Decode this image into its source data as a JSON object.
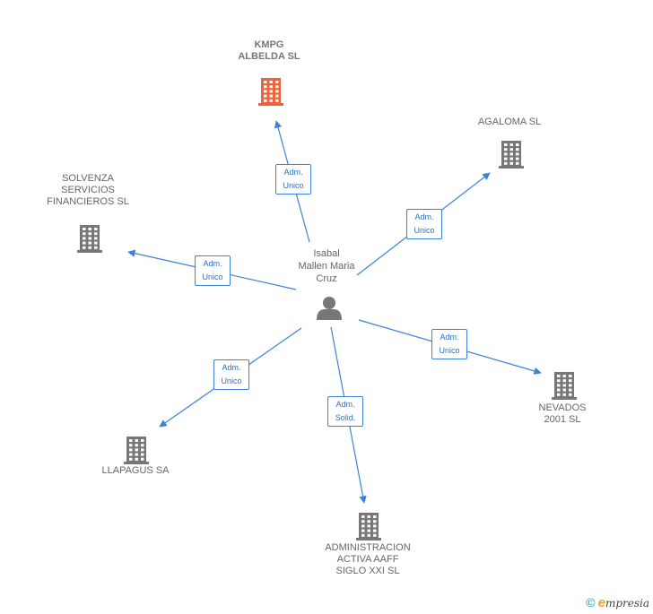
{
  "center": {
    "name_lines": [
      "Isabal",
      "Mallen Maria",
      "Cruz"
    ],
    "icon": "person-icon"
  },
  "nodes": [
    {
      "id": "kmpg",
      "lines": [
        "KMPG",
        "ALBELDA  SL"
      ],
      "highlight": true,
      "icon": "building-icon",
      "color": "#f0603a"
    },
    {
      "id": "agaloma",
      "lines": [
        "AGALOMA SL"
      ],
      "highlight": false,
      "icon": "building-icon",
      "color": "#777777"
    },
    {
      "id": "solvenza",
      "lines": [
        "SOLVENZA",
        "SERVICIOS",
        "FINANCIEROS SL"
      ],
      "highlight": false,
      "icon": "building-icon",
      "color": "#777777"
    },
    {
      "id": "nevados",
      "lines": [
        "NEVADOS",
        "2001 SL"
      ],
      "highlight": false,
      "icon": "building-icon",
      "color": "#777777"
    },
    {
      "id": "llapagus",
      "lines": [
        "LLAPAGUS SA"
      ],
      "highlight": false,
      "icon": "building-icon",
      "color": "#777777"
    },
    {
      "id": "administracion",
      "lines": [
        "ADMINISTRACION",
        "ACTIVA AAFF",
        "SIGLO XXI  SL"
      ],
      "highlight": false,
      "icon": "building-icon",
      "color": "#777777"
    }
  ],
  "edges": [
    {
      "to": "kmpg",
      "lines": [
        "Adm.",
        "Unico"
      ]
    },
    {
      "to": "agaloma",
      "lines": [
        "Adm.",
        "Unico"
      ]
    },
    {
      "to": "solvenza",
      "lines": [
        "Adm.",
        "Unico"
      ]
    },
    {
      "to": "nevados",
      "lines": [
        "Adm.",
        "Unico"
      ]
    },
    {
      "to": "llapagus",
      "lines": [
        "Adm.",
        "Unico"
      ]
    },
    {
      "to": "administracion",
      "lines": [
        "Adm.",
        "Solid."
      ]
    }
  ],
  "footer": {
    "copyright": "©",
    "brand_initial": "e",
    "brand_rest": "mpresia"
  },
  "colors": {
    "edge": "#3b82d8",
    "label": "#666666",
    "highlight": "#f0603a",
    "building": "#777777"
  }
}
